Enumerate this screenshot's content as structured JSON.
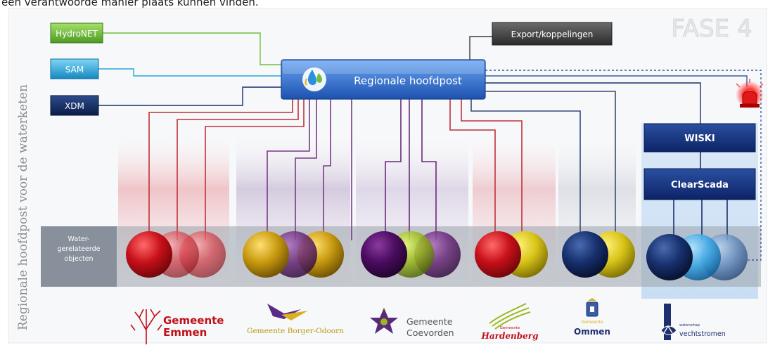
{
  "caption": "een verantwoorde manier plaats kunnen vinden.",
  "phase_label": "FASE 4",
  "side_title": "Regionale hoofdpost voor de waterketen",
  "hub": {
    "label": "Regionale hoofdpost",
    "icon": "water-drops-icon"
  },
  "systems": {
    "hydronet": "HydroNET",
    "sam": "SAM",
    "xdm": "XDM",
    "export": "Export/koppelingen",
    "wiski": "WISKI",
    "clearscada": "ClearScada"
  },
  "objects_label_line1": "Water-",
  "objects_label_line2": "gerelateerde",
  "objects_label_line3": "objecten",
  "municipalities": [
    {
      "line1": "Gemeente",
      "line2": "Emmen",
      "color": "#c0101a"
    },
    {
      "line1": "Gemeente Borger-Odoorn",
      "line2": "",
      "color": "#b89a10"
    },
    {
      "line1": "Gemeente",
      "line2": "Coevorden",
      "color": "#555555"
    },
    {
      "line1": "Gemeente",
      "line2": "Hardenberg",
      "color": "#c0101a"
    },
    {
      "line1": "Gemeente",
      "line2": "Ommen",
      "color": "#1e2f6e"
    },
    {
      "line1": "waterschap",
      "line2": "vechtstromen",
      "color": "#1e2f6e"
    }
  ],
  "colors": {
    "hydronet": "#6fbf3a",
    "sam": "#2aa7d8",
    "xdm": "#0f2a5e",
    "export": "#3a3a3a",
    "hub": "#2f6fd0",
    "wiski": "#102e78",
    "red": "#c0101a",
    "purple": "#6a2a7a",
    "gold": "#c9a012",
    "green": "#9ab81c",
    "navy": "#1a2f6a",
    "lightblue": "#3ea8e6",
    "alarm": "#e01818"
  }
}
